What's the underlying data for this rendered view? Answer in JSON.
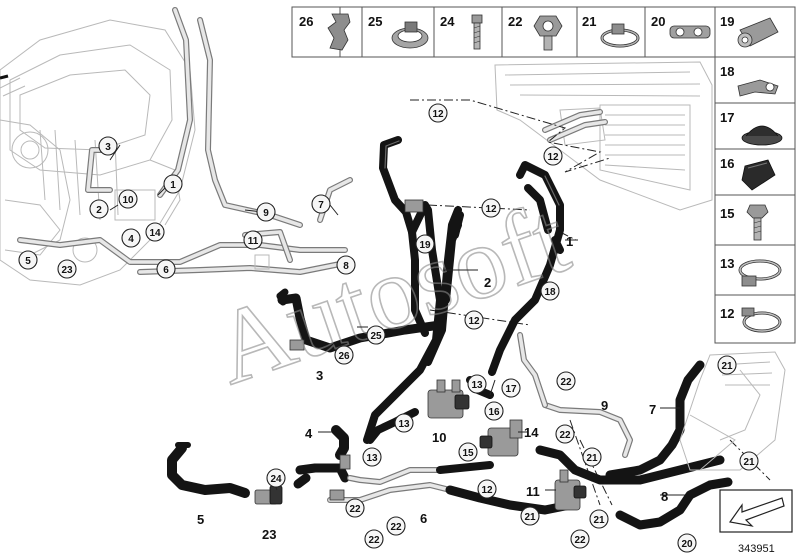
{
  "diagram_id": "343951",
  "watermark": "Autosoft",
  "legend": {
    "top_row": [
      "26",
      "25",
      "24",
      "22",
      "21",
      "20",
      "19"
    ],
    "right_column": [
      "18",
      "17",
      "16",
      "15",
      "13",
      "12"
    ]
  },
  "callouts": {
    "c1": "1",
    "c2": "2",
    "c3": "3",
    "c4": "4",
    "c5": "5",
    "c6": "6",
    "c7": "7",
    "c8": "8",
    "c9": "9",
    "c10": "10",
    "c11": "11",
    "c14": "14",
    "c23": "23",
    "c12a": "12",
    "c12b": "12",
    "c12c": "12",
    "c12d": "12",
    "c12e": "12",
    "c13a": "13",
    "c13b": "13",
    "c13c": "13",
    "c15": "15",
    "c16": "16",
    "c17": "17",
    "c18": "18",
    "c19": "19",
    "c20": "20",
    "c21a": "21",
    "c21b": "21",
    "c21c": "21",
    "c21d": "21",
    "c21e": "21",
    "c22a": "22",
    "c22b": "22",
    "c22c": "22",
    "c22d": "22",
    "c22e": "22",
    "c22f": "22",
    "c24": "24",
    "c25": "25",
    "c26": "26"
  },
  "labels": {
    "l1": "1",
    "l2": "2",
    "l3": "3",
    "l4": "4",
    "l5": "5",
    "l6": "6",
    "l7": "7",
    "l8": "8",
    "l9": "9",
    "l10": "10",
    "l11": "11",
    "l14": "14",
    "l23": "23"
  }
}
